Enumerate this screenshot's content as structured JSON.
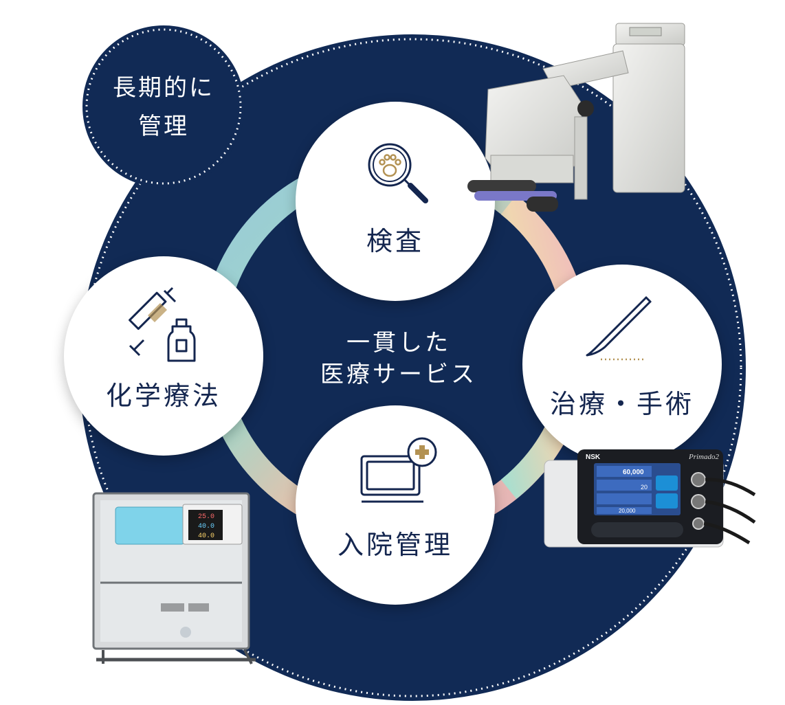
{
  "badge": {
    "line1": "長期的に",
    "line2": "管理"
  },
  "center": {
    "line1": "一貫した",
    "line2": "医療サービス"
  },
  "nodes": {
    "exam": "検査",
    "chemo": "化学療法",
    "treatment": "治療・手術",
    "hospital": "入院管理"
  },
  "colors": {
    "navy": "#112a55",
    "ring_mint": "#a7e0d0",
    "ring_blue": "#9fd0e0",
    "ring_peach": "#f2c9b0",
    "ring_pink": "#f0b7bf",
    "text": "#14264f",
    "icon_gold": "#b39253"
  },
  "icons": {
    "exam": "magnifier-paw-icon",
    "chemo": "syringe-vial-icon",
    "treatment": "scalpel-icon",
    "hospital": "monitor-plus-icon"
  },
  "devices": {
    "microscope": "surgical-microscope-image",
    "surgical_unit": "surgical-motor-unit-image",
    "incubator": "icu-incubator-image"
  },
  "surgical_unit_screen": {
    "brand": "NSK",
    "model": "Primado2",
    "speed": "60,000",
    "irrigation": "20",
    "preset": "20,000"
  },
  "incubator_display": {
    "row1": "25.0",
    "row2": "40.0",
    "row3": "40.0"
  }
}
